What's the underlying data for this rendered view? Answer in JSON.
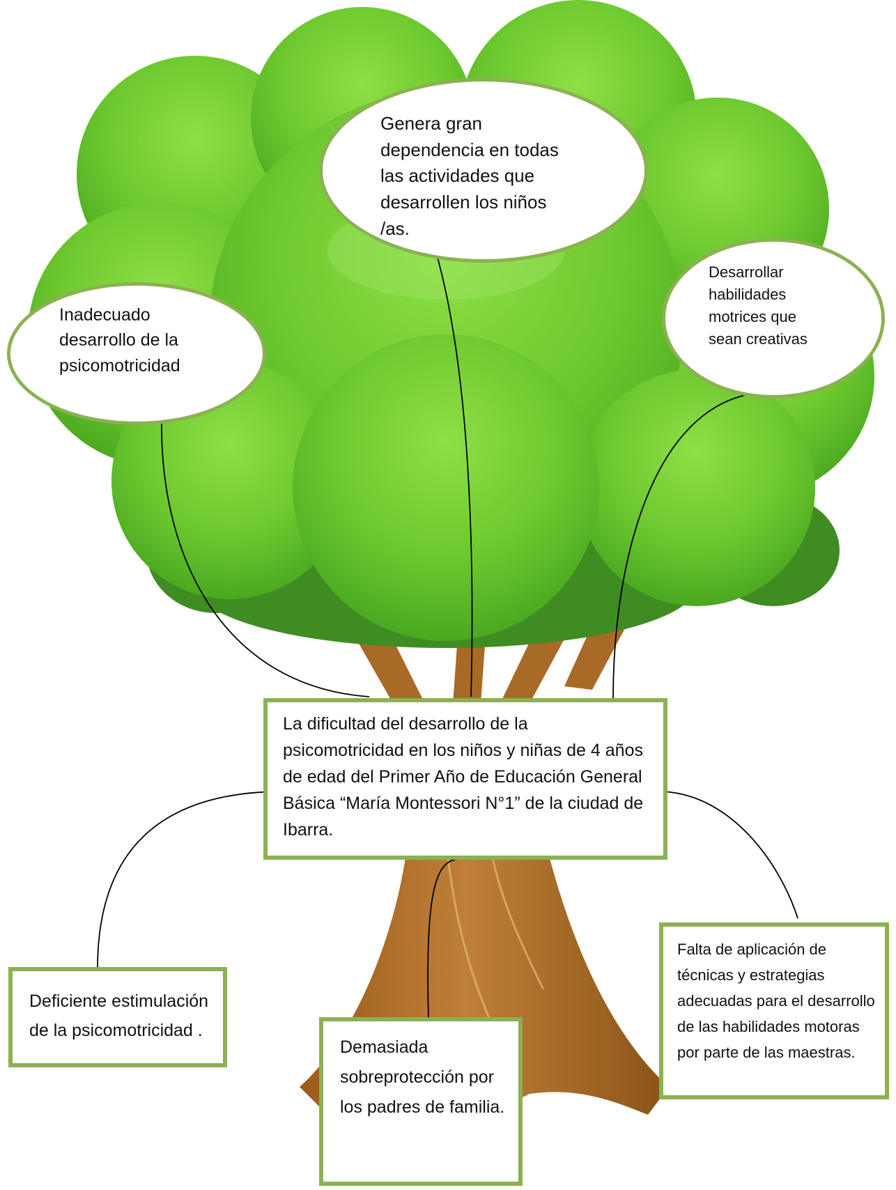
{
  "colors": {
    "canopy_light": "#7fd13a",
    "canopy_mid": "#59b81f",
    "canopy_dark": "#3f8c22",
    "trunk": "#b0702a",
    "trunk_dark": "#8a5418",
    "outline": "#8bb152",
    "connector": "#000000"
  },
  "effects": {
    "top": "Genera gran dependencia en todas las actividades que desarrollen los niños /as.",
    "left": "Inadecuado desarrollo de la psicomotricidad",
    "right": "Desarrollar habilidades motrices que sean creativas"
  },
  "problem": "La dificultad del desarrollo de la psicomotricidad en los niños y niñas de 4 años de edad del Primer Año de Educación General Básica “María Montessori N°1” de la ciudad de Ibarra.",
  "causes": {
    "left": "Deficiente estimulación de la psicomotricidad .",
    "center": "Demasiada sobreprotección por los padres de familia.",
    "right": "Falta de aplicación de técnicas y estrategias adecuadas para el desarrollo de las habilidades motoras por parte de las maestras."
  }
}
